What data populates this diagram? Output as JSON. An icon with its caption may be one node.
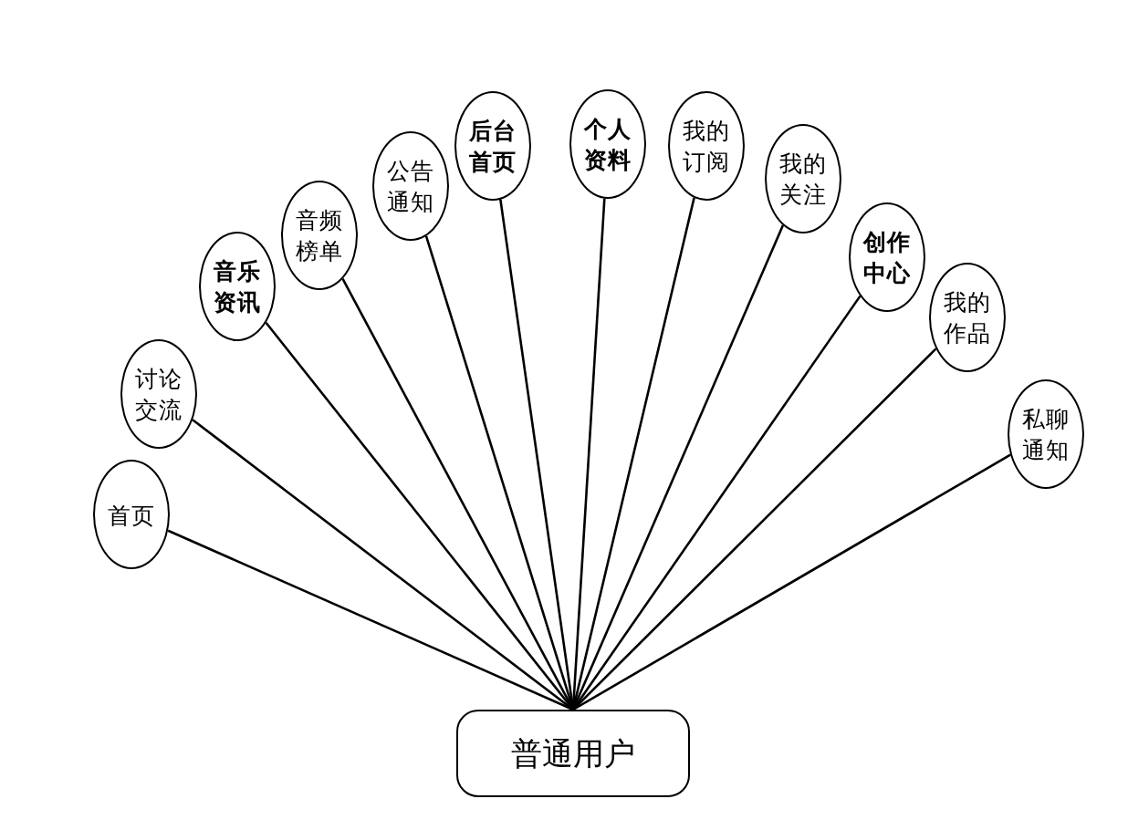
{
  "diagram": {
    "nodes": [
      {
        "text": [
          "普通用户"
        ]
      },
      {
        "text": [
          "首页"
        ]
      },
      {
        "text": [
          "讨论交流"
        ]
      },
      {
        "text": [
          "音乐资讯"
        ]
      },
      {
        "text": [
          "音频榜单"
        ]
      },
      {
        "text": [
          "公告通知"
        ]
      },
      {
        "text": [
          "后台首页"
        ]
      },
      {
        "text": [
          "个人资料"
        ]
      },
      {
        "text": [
          "我的订阅"
        ]
      },
      {
        "text": [
          "我的关注"
        ]
      },
      {
        "text": [
          "创作中心"
        ]
      },
      {
        "text": [
          "我的作品"
        ]
      },
      {
        "text": [
          "私聊通知"
        ]
      }
    ],
    "edges": [
      {
        "from": 0,
        "to": 1,
        "arrow": "none"
      },
      {
        "from": 0,
        "to": 2,
        "arrow": "none"
      },
      {
        "from": 0,
        "to": 3,
        "arrow": "none"
      },
      {
        "from": 0,
        "to": 4,
        "arrow": "none"
      },
      {
        "from": 0,
        "to": 5,
        "arrow": "none"
      },
      {
        "from": 0,
        "to": 6,
        "arrow": "none"
      },
      {
        "from": 0,
        "to": 7,
        "arrow": "none"
      },
      {
        "from": 0,
        "to": 8,
        "arrow": "none"
      },
      {
        "from": 0,
        "to": 9,
        "arrow": "none"
      },
      {
        "from": 0,
        "to": 10,
        "arrow": "none"
      },
      {
        "from": 0,
        "to": 11,
        "arrow": "none"
      },
      {
        "from": 0,
        "to": 12,
        "arrow": "none"
      }
    ]
  }
}
